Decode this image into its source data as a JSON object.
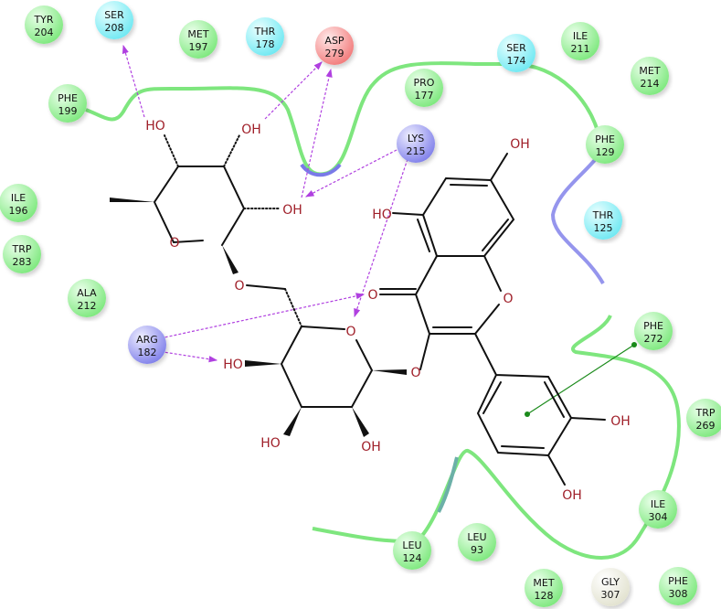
{
  "colors": {
    "hydrophobic": "#7de87d",
    "polar": "#7eeef5",
    "negative": "#f58a8a",
    "positive": "#8f8ff0",
    "glycine": "#ececdc",
    "hbond": "#b040e0",
    "pi_stacking": "#1a8a1a",
    "ribbon": "#7ee67e",
    "ribbon_exposed": "#7a7ae8"
  },
  "residues": [
    {
      "name": "TYR",
      "num": "204",
      "type": "hydrophobic"
    },
    {
      "name": "SER",
      "num": "208",
      "type": "polar"
    },
    {
      "name": "MET",
      "num": "197",
      "type": "hydrophobic"
    },
    {
      "name": "THR",
      "num": "178",
      "type": "polar"
    },
    {
      "name": "ASP",
      "num": "279",
      "type": "negative"
    },
    {
      "name": "SER",
      "num": "174",
      "type": "polar"
    },
    {
      "name": "ILE",
      "num": "211",
      "type": "hydrophobic"
    },
    {
      "name": "MET",
      "num": "214",
      "type": "hydrophobic"
    },
    {
      "name": "PRO",
      "num": "177",
      "type": "hydrophobic"
    },
    {
      "name": "PHE",
      "num": "199",
      "type": "hydrophobic"
    },
    {
      "name": "LYS",
      "num": "215",
      "type": "positive"
    },
    {
      "name": "PHE",
      "num": "129",
      "type": "hydrophobic"
    },
    {
      "name": "THR",
      "num": "125",
      "type": "polar"
    },
    {
      "name": "ILE",
      "num": "196",
      "type": "hydrophobic"
    },
    {
      "name": "TRP",
      "num": "283",
      "type": "hydrophobic"
    },
    {
      "name": "ALA",
      "num": "212",
      "type": "hydrophobic"
    },
    {
      "name": "ARG",
      "num": "182",
      "type": "positive"
    },
    {
      "name": "PHE",
      "num": "272",
      "type": "hydrophobic"
    },
    {
      "name": "TRP",
      "num": "269",
      "type": "hydrophobic"
    },
    {
      "name": "ILE",
      "num": "304",
      "type": "hydrophobic"
    },
    {
      "name": "LEU",
      "num": "124",
      "type": "hydrophobic"
    },
    {
      "name": "LEU",
      "num": "93",
      "type": "hydrophobic"
    },
    {
      "name": "MET",
      "num": "128",
      "type": "hydrophobic"
    },
    {
      "name": "GLY",
      "num": "307",
      "type": "glycine"
    },
    {
      "name": "PHE",
      "num": "308",
      "type": "hydrophobic"
    }
  ],
  "ligand": {
    "atom_labels": [
      "HO",
      "OH",
      "OH",
      "O",
      "O",
      "O",
      "HO",
      "HO",
      "OH",
      "O",
      "O",
      "O",
      "HO",
      "OH",
      "OH",
      "OH"
    ]
  }
}
